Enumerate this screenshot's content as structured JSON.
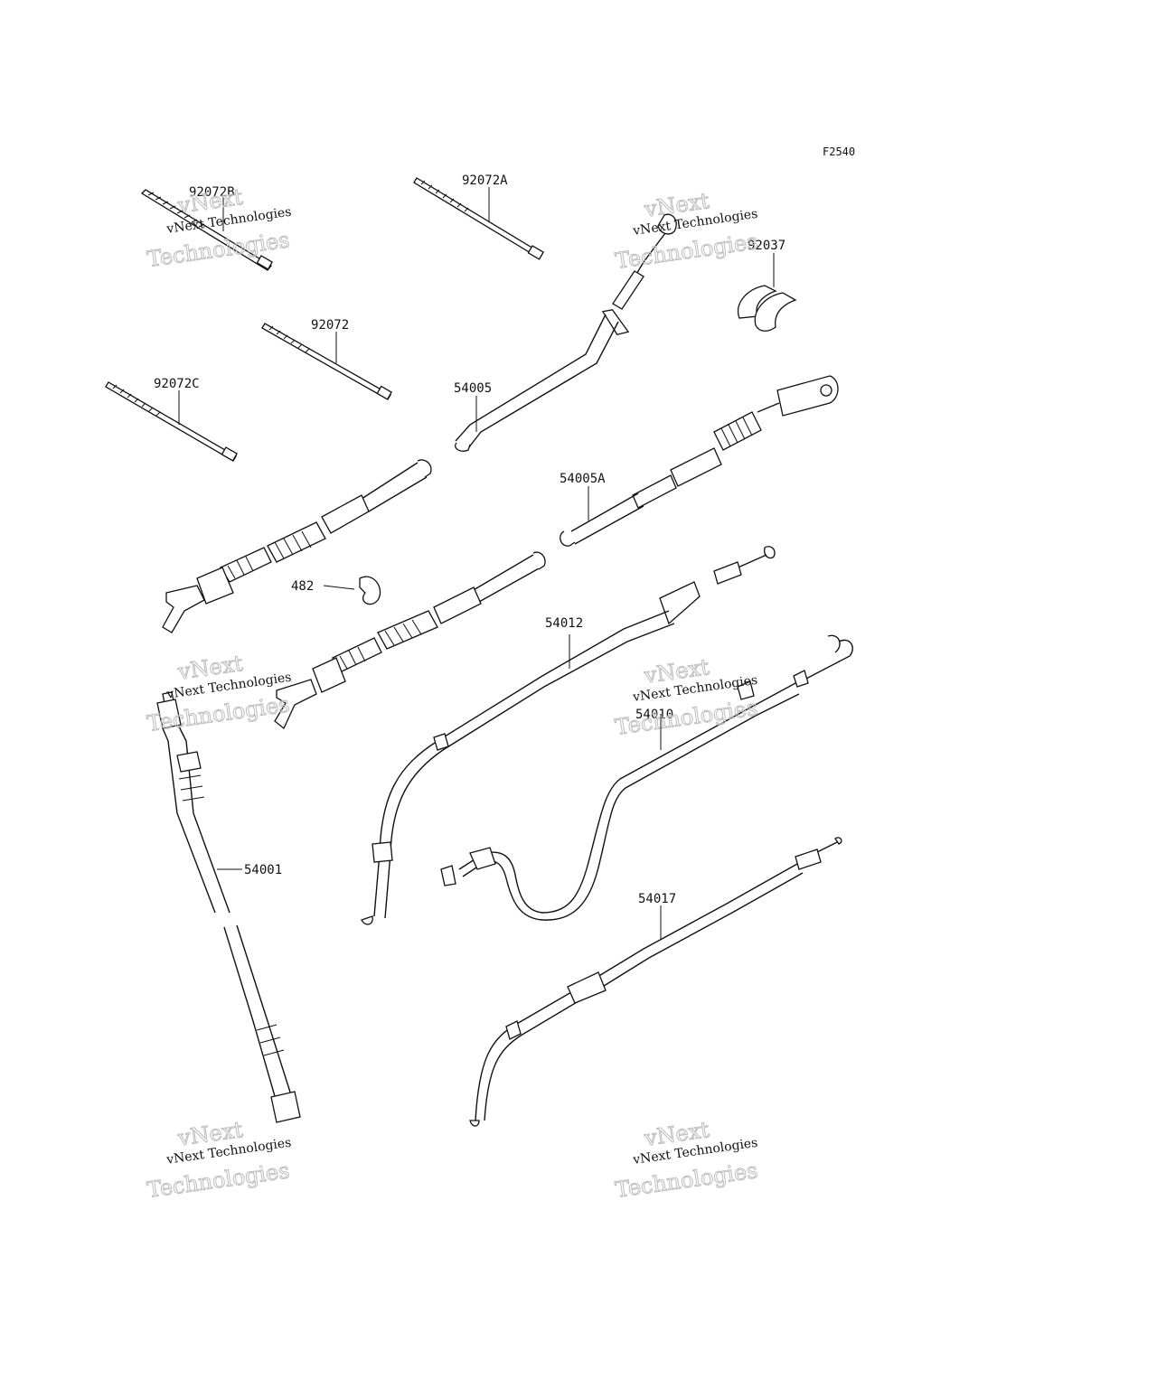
{
  "diagram_code": "F2540",
  "parts": [
    {
      "id": "p92072B",
      "label": "92072B"
    },
    {
      "id": "p92072A",
      "label": "92072A"
    },
    {
      "id": "p92037",
      "label": "92037"
    },
    {
      "id": "p92072",
      "label": "92072"
    },
    {
      "id": "p92072C",
      "label": "92072C"
    },
    {
      "id": "p54005",
      "label": "54005"
    },
    {
      "id": "p54005A",
      "label": "54005A"
    },
    {
      "id": "p482",
      "label": "482"
    },
    {
      "id": "p54012",
      "label": "54012"
    },
    {
      "id": "p54010",
      "label": "54010"
    },
    {
      "id": "p54001",
      "label": "54001"
    },
    {
      "id": "p54017",
      "label": "54017"
    }
  ],
  "watermark": {
    "line1": "vNext",
    "line2": "vNext Technologies",
    "line3": "Technologies"
  }
}
